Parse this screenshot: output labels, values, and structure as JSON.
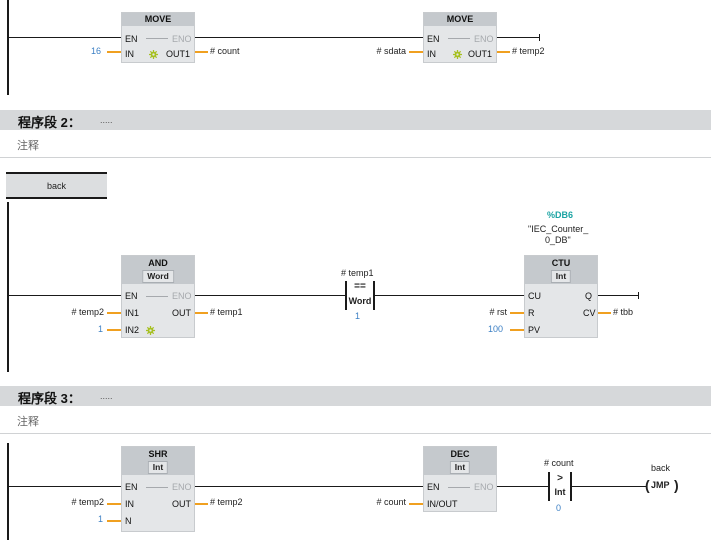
{
  "net1": {
    "move1": {
      "title": "MOVE",
      "en": "EN",
      "eno": "ENO",
      "in": "IN",
      "out": "OUT1",
      "in_val": "16",
      "out_op": "# count"
    },
    "move2": {
      "title": "MOVE",
      "en": "EN",
      "eno": "ENO",
      "in": "IN",
      "out": "OUT1",
      "in_op": "# sdata",
      "out_op": "# temp2"
    }
  },
  "net2": {
    "title": "程序段 2：",
    "dots": ".....",
    "comment": "注释",
    "label": "back",
    "and": {
      "title": "AND",
      "type": "Word",
      "en": "EN",
      "eno": "ENO",
      "in1": "IN1",
      "in2": "IN2",
      "out": "OUT",
      "in1_op": "# temp2",
      "in2_val": "1",
      "out_op": "# temp1"
    },
    "cmp": {
      "op_top": "# temp1",
      "sym": "==",
      "type": "Word",
      "op_bottom": "1"
    },
    "ctu": {
      "db": "%DB6",
      "db_name_1": "\"IEC_Counter_",
      "db_name_2": "0_DB\"",
      "title": "CTU",
      "type": "Int",
      "cu": "CU",
      "r": "R",
      "pv": "PV",
      "q": "Q",
      "cv": "CV",
      "r_op": "# rst",
      "pv_val": "100",
      "cv_op": "# tbb"
    }
  },
  "net3": {
    "title": "程序段 3：",
    "dots": ".....",
    "comment": "注释",
    "shr": {
      "title": "SHR",
      "type": "Int",
      "en": "EN",
      "eno": "ENO",
      "in": "IN",
      "n": "N",
      "out": "OUT",
      "in_op": "# temp2",
      "n_val": "1",
      "out_op": "# temp2"
    },
    "dec": {
      "title": "DEC",
      "type": "Int",
      "en": "EN",
      "eno": "ENO",
      "inout": "IN/OUT",
      "inout_op": "# count"
    },
    "cmp": {
      "op_top": "# count",
      "sym": ">",
      "type": "Int",
      "op_bottom": "0"
    },
    "jmp": {
      "label": "back",
      "text": "JMP"
    }
  }
}
